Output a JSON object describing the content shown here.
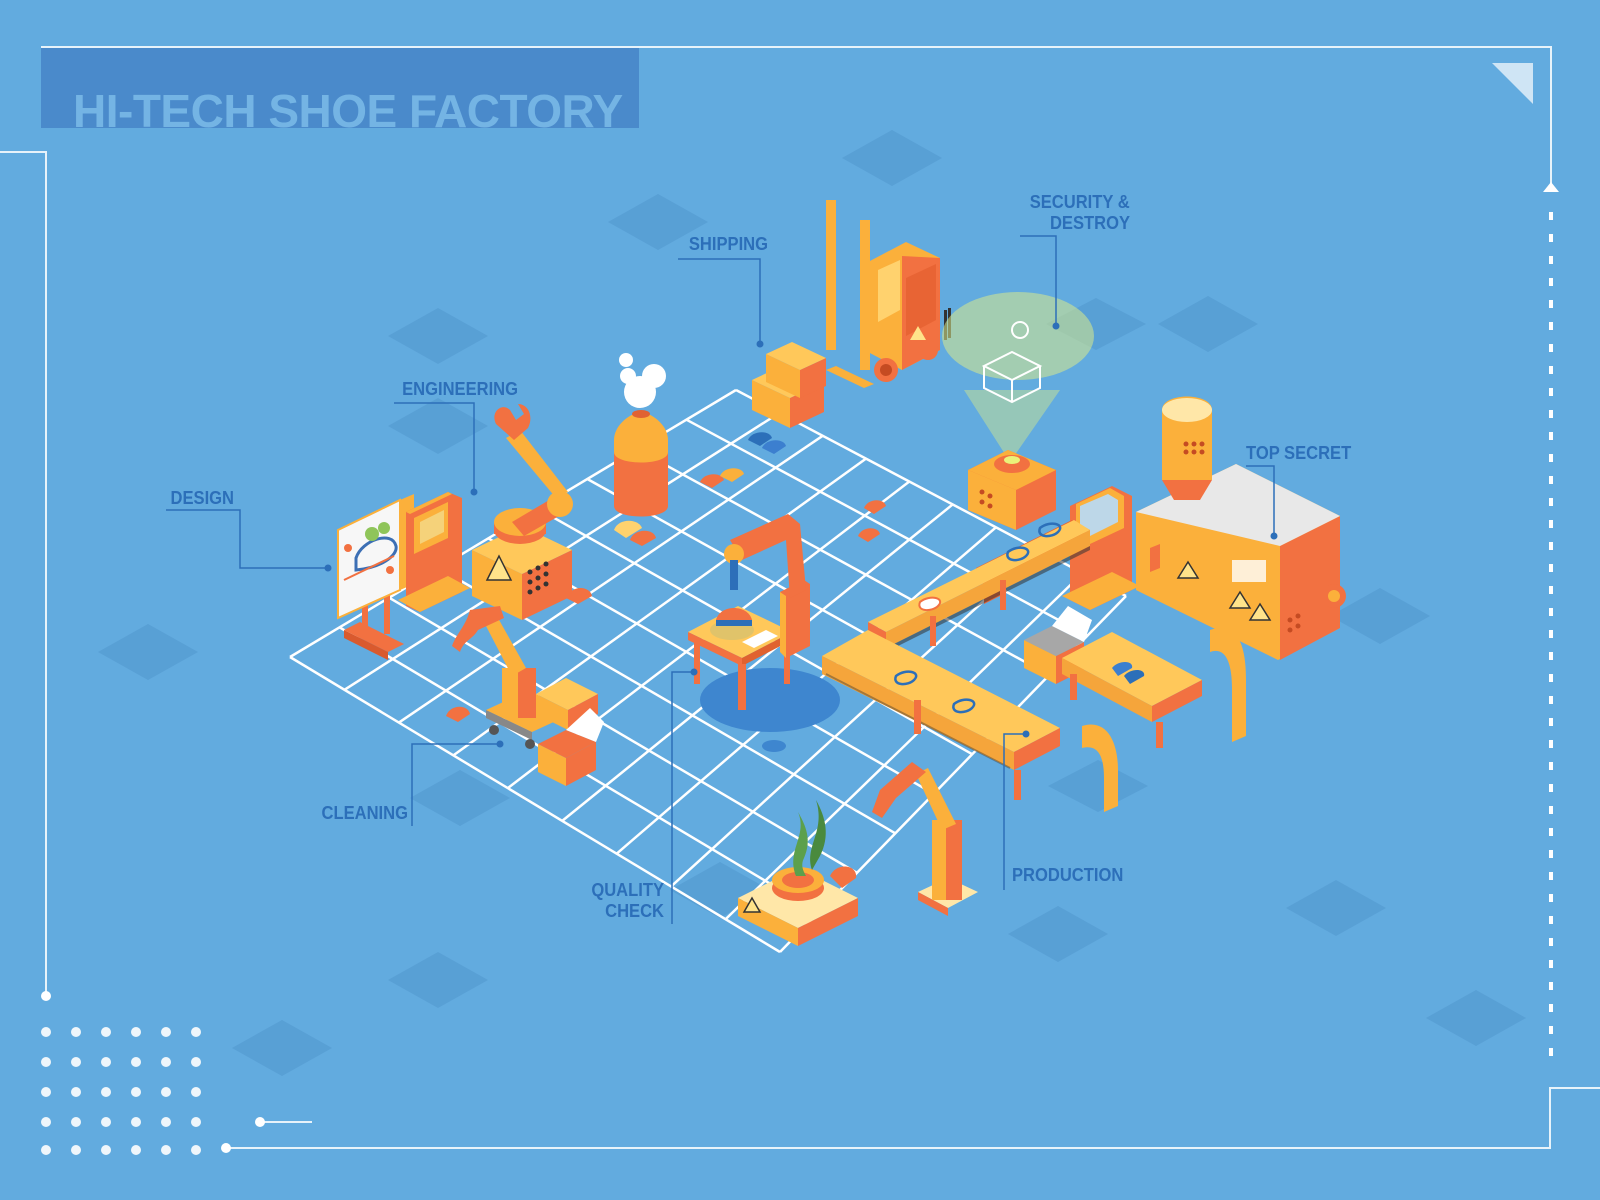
{
  "title": "HI-TECH SHOE FACTORY",
  "labels": {
    "shipping": "SHIPPING",
    "security_line1": "SECURITY &",
    "security_line2": "DESTROY",
    "engineering": "ENGINEERING",
    "design": "DESIGN",
    "top_secret": "TOP SECRET",
    "cleaning": "CLEANING",
    "quality_line1": "QUALITY",
    "quality_line2": "CHECK",
    "production": "PRODUCTION"
  },
  "colors": {
    "background": "#62abdf",
    "title_bar": "#4a8acb",
    "label_text": "#2c6fb9",
    "machine_orange": "#f27141",
    "machine_yellow": "#fbb03b",
    "grid_lines": "#ffffff",
    "scan_glow": "#d8e98a"
  }
}
